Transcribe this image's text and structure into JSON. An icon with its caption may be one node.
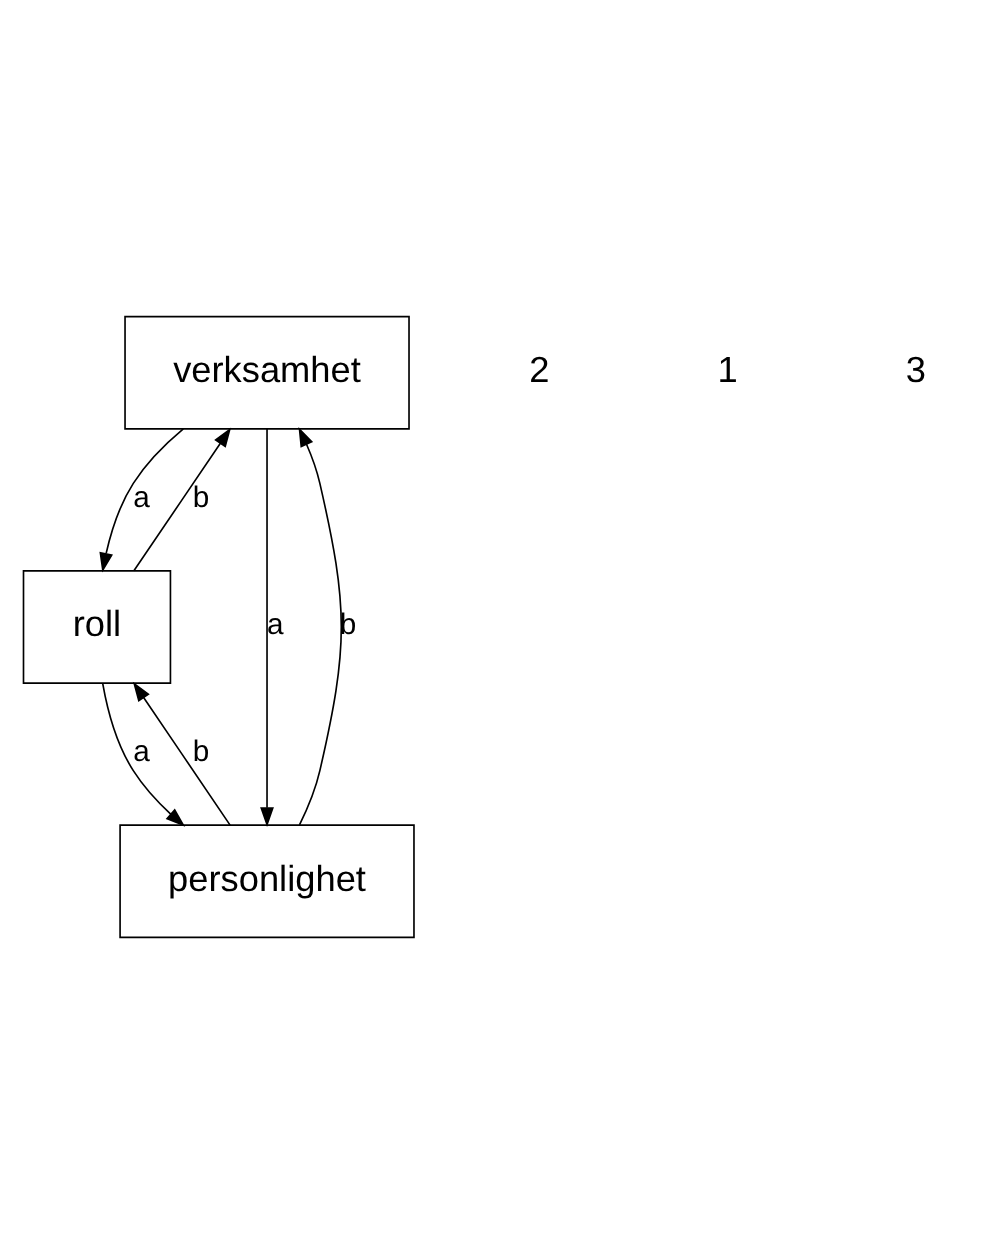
{
  "diagram": {
    "nodes": [
      {
        "text": [
          "verksamhet"
        ]
      },
      {
        "text": [
          "roll"
        ]
      },
      {
        "text": [
          "personlighet"
        ]
      }
    ],
    "edges": [
      {
        "from": 0,
        "to": 2,
        "arrow": "to",
        "label": "a"
      },
      {
        "from": 2,
        "to": 0,
        "arrow": "to",
        "label": "b"
      },
      {
        "from": 0,
        "to": 1,
        "arrow": "to",
        "label": "a"
      },
      {
        "from": 1,
        "to": 0,
        "arrow": "to",
        "label": "b"
      },
      {
        "from": 1,
        "to": 2,
        "arrow": "to",
        "label": "a"
      },
      {
        "from": 2,
        "to": 1,
        "arrow": "to",
        "label": "b"
      }
    ],
    "labels": [
      "2",
      "1",
      "3"
    ]
  }
}
